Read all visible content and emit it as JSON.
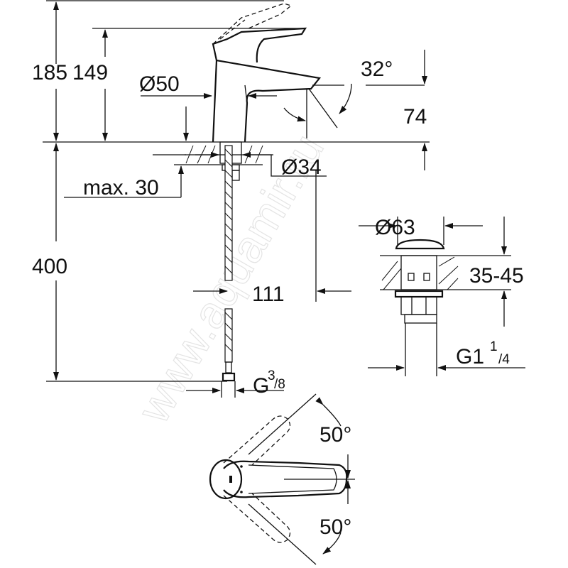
{
  "watermark": "www.aquamir.ru",
  "dimensions": {
    "total_height": "185",
    "handle_height": "149",
    "body_diameter": "Ø50",
    "spout_angle": "32°",
    "spout_height": "74",
    "hole_diameter": "Ø34",
    "max_thickness": "max. 30",
    "hose_length": "400",
    "spout_reach": "111",
    "hose_thread_main": "G",
    "hose_thread_num": "3",
    "hose_thread_den": "/8",
    "drain_diameter": "Ø63",
    "drain_range": "35-45",
    "drain_thread_main": "G1",
    "drain_thread_num": "1",
    "drain_thread_den": "/4",
    "rotation_left": "50°",
    "rotation_right": "50°"
  }
}
